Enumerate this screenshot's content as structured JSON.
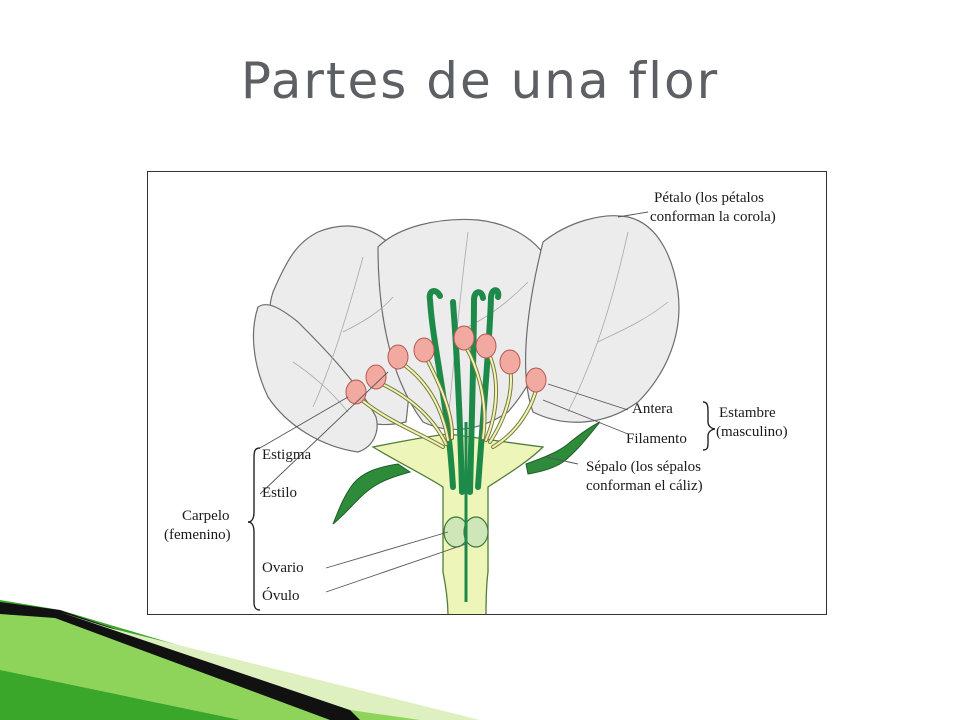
{
  "slide": {
    "title": "Partes de una flor"
  },
  "diagram": {
    "labels": {
      "petalo_line1": "Pétalo (los pétalos",
      "petalo_line2": "conforman la corola)",
      "antera": "Antera",
      "filamento": "Filamento",
      "estambre_line1": "Estambre",
      "estambre_line2": "(masculino)",
      "sepalo_line1": "Sépalo (los sépalos",
      "sepalo_line2": "conforman el cáliz)",
      "estigma": "Estigma",
      "estilo": "Estilo",
      "carpelo_line1": "Carpelo",
      "carpelo_line2": "(femenino)",
      "ovario": "Ovario",
      "ovulo": "Óvulo"
    }
  },
  "colors": {
    "petal": "#ececec",
    "receptacle": "#eef5b9",
    "pistil": "#1e8a4a",
    "anther": "#f2a9a0",
    "accent_green": "#3aa72a"
  }
}
